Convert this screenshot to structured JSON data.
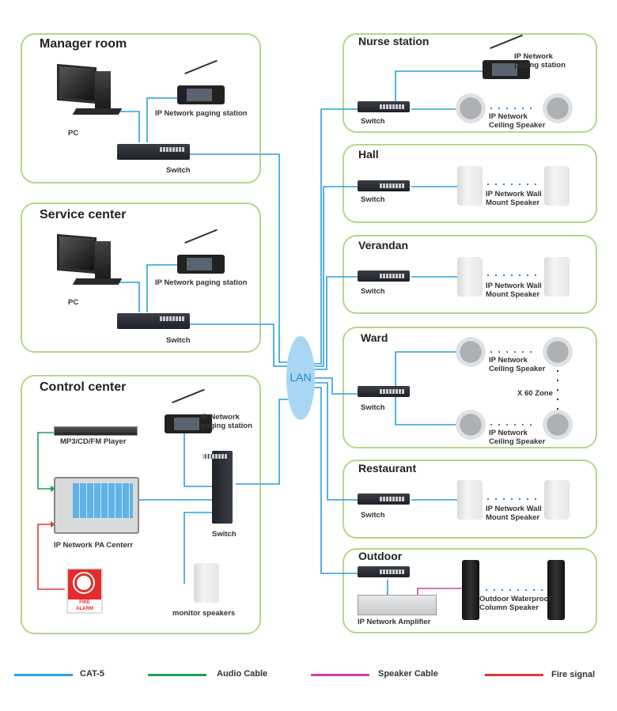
{
  "rooms": {
    "manager": {
      "title": "Manager room",
      "pc": "PC",
      "paging": "IP Network paging station",
      "switch": "Switch"
    },
    "service": {
      "title": "Service center",
      "pc": "PC",
      "paging": "IP Network paging station",
      "switch": "Switch"
    },
    "control": {
      "title": "Control center",
      "player": "MP3/CD/FM Player",
      "paging_l1": "IP Network",
      "paging_l2": "paging station",
      "pa_center": "IP Network PA Centerr",
      "switch": "Switch",
      "fire_text_l1": "FIRE",
      "fire_text_l2": "ALARM",
      "monitor": "monitor speakers"
    },
    "nurse": {
      "title": "Nurse station",
      "paging_l1": "IP Network",
      "paging_l2": "paging station",
      "switch": "Switch",
      "speaker_l1": "IP Network",
      "speaker_l2": "Ceiling Speaker"
    },
    "hall": {
      "title": "Hall",
      "switch": "Switch",
      "speaker_l1": "IP Network Wall",
      "speaker_l2": "Mount Speaker"
    },
    "verandan": {
      "title": "Verandan",
      "switch": "Switch",
      "speaker_l1": "IP Network Wall",
      "speaker_l2": "Mount Speaker"
    },
    "ward": {
      "title": "Ward",
      "switch": "Switch",
      "speaker_top_l1": "IP Network",
      "speaker_top_l2": "Ceiling Speaker",
      "zone": "X 60 Zone",
      "speaker_bot_l1": "IP Network",
      "speaker_bot_l2": "Ceiling Speaker"
    },
    "restaurant": {
      "title": "Restaurant",
      "switch": "Switch",
      "speaker_l1": "IP Network Wall",
      "speaker_l2": "Mount Speaker"
    },
    "outdoor": {
      "title": "Outdoor",
      "amplifier": "IP Network Amplifier",
      "speaker_l1": "Outdoor Waterproof",
      "speaker_l2": "Column Speaker"
    }
  },
  "lan": {
    "label": "LAN"
  },
  "legend": [
    {
      "label": "CAT-5",
      "color": "#2a9fe0"
    },
    {
      "label": "Audio Cable",
      "color": "#1fa05a"
    },
    {
      "label": "Speaker Cable",
      "color": "#d63fb0"
    },
    {
      "label": "Fire signal",
      "color": "#e03a3a"
    }
  ]
}
